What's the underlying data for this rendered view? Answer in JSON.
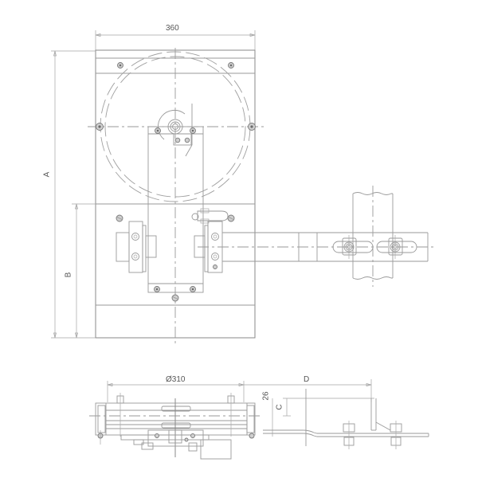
{
  "drawing": {
    "type": "technical-engineering-drawing",
    "views": [
      "top-view",
      "side-view"
    ],
    "line_color": "#9a9a9a",
    "background": "#ffffff"
  },
  "dimensions": {
    "top_width": "360",
    "height_a": "A",
    "height_b": "B",
    "diameter": "Ø310",
    "offset_26": "26",
    "offset_c": "C",
    "length_d": "D"
  }
}
